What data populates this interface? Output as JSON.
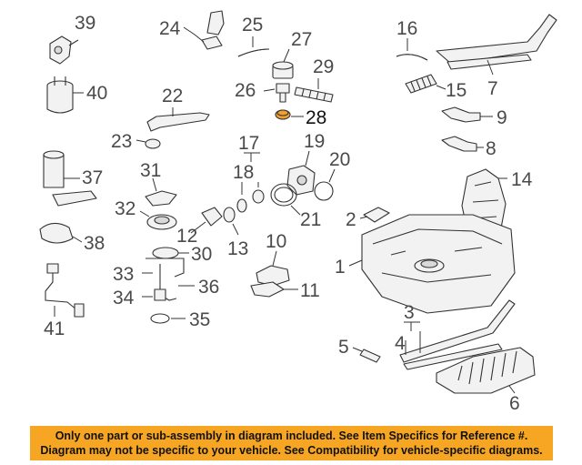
{
  "callouts": {
    "c1": "1",
    "c2": "2",
    "c3": "3",
    "c4": "4",
    "c5": "5",
    "c6": "6",
    "c7": "7",
    "c8": "8",
    "c9": "9",
    "c10": "10",
    "c11": "11",
    "c12": "12",
    "c13": "13",
    "c14": "14",
    "c15": "15",
    "c16": "16",
    "c17": "17",
    "c18": "18",
    "c19": "19",
    "c20": "20",
    "c21": "21",
    "c22": "22",
    "c23": "23",
    "c24": "24",
    "c25": "25",
    "c26": "26",
    "c27": "27",
    "c28": "28",
    "c29": "29",
    "c30": "30",
    "c31": "31",
    "c32": "32",
    "c33": "33",
    "c34": "34",
    "c35": "35",
    "c36": "36",
    "c37": "37",
    "c38": "38",
    "c39": "39",
    "c40": "40",
    "c41": "41"
  },
  "highlight": {
    "part": "28",
    "color": "#f0a030"
  },
  "notice": {
    "line1": "Only one part or sub-assembly in diagram included. See Item Specifics for Reference #.",
    "line2": "Diagram may not be specific to your vehicle. See Compatibility for vehicle-specific diagrams.",
    "background": "#f6a623"
  }
}
